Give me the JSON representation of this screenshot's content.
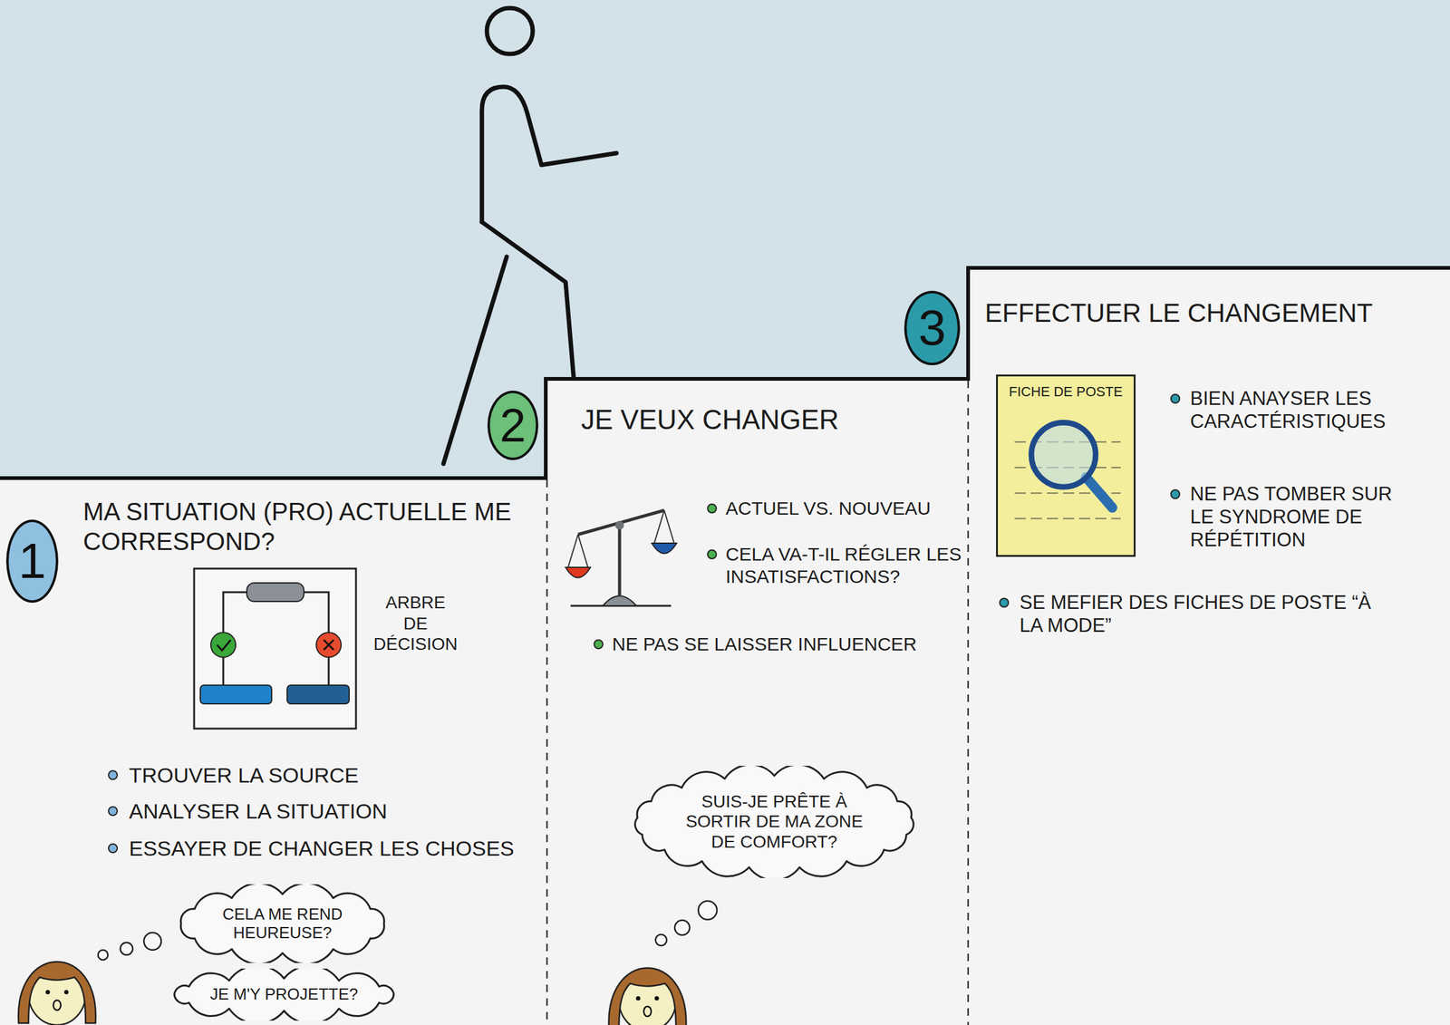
{
  "diagram": {
    "nodes": [
      {
        "text": [
          "MA SITUATION (PRO) ACTUELLE ME CORRESPOND?",
          "TROUVER LA SOURCE",
          "ANALYSER LA SITUATION",
          "ESSAYER DE CHANGER LES CHOSES"
        ]
      },
      {
        "text": [
          "1"
        ],
        "in": 0
      },
      {
        "text": [
          "CELA ME REND HEUREUSE?"
        ],
        "in": 0
      },
      {
        "text": [
          "JE M'Y PROJETTE?"
        ],
        "in": 0
      },
      {
        "text": [
          "2"
        ]
      },
      {
        "text": [
          "JE VEUX CHANGER",
          "ACTUEL VS. NOUVEAU",
          "CELA VA-T-IL RÉGLER LES INSATISFACTIONS?",
          "NE PAS SE LAISSER INFLUENCER"
        ]
      },
      {
        "text": [
          "SUIS-JE PRÊTE À SORTIR DE MA ZONE DE COMFORT?"
        ],
        "in": 5
      },
      {
        "text": [
          "3"
        ]
      },
      {
        "text": [
          "EFFECTUER LE CHANGEMENT",
          "BIEN ANAYSER LES CARACTÉRISTIQUES",
          "NE PAS TOMBER SUR LE SYNDROME DE RÉPÉTITION",
          "SE MEFIER DES FICHES DE POSTE “À LA MODE”"
        ]
      },
      {
        "text": [
          "FICHE DE POSTE"
        ],
        "in": 8
      }
    ],
    "labels": [
      "ARBRE DE DÉCISION"
    ]
  }
}
